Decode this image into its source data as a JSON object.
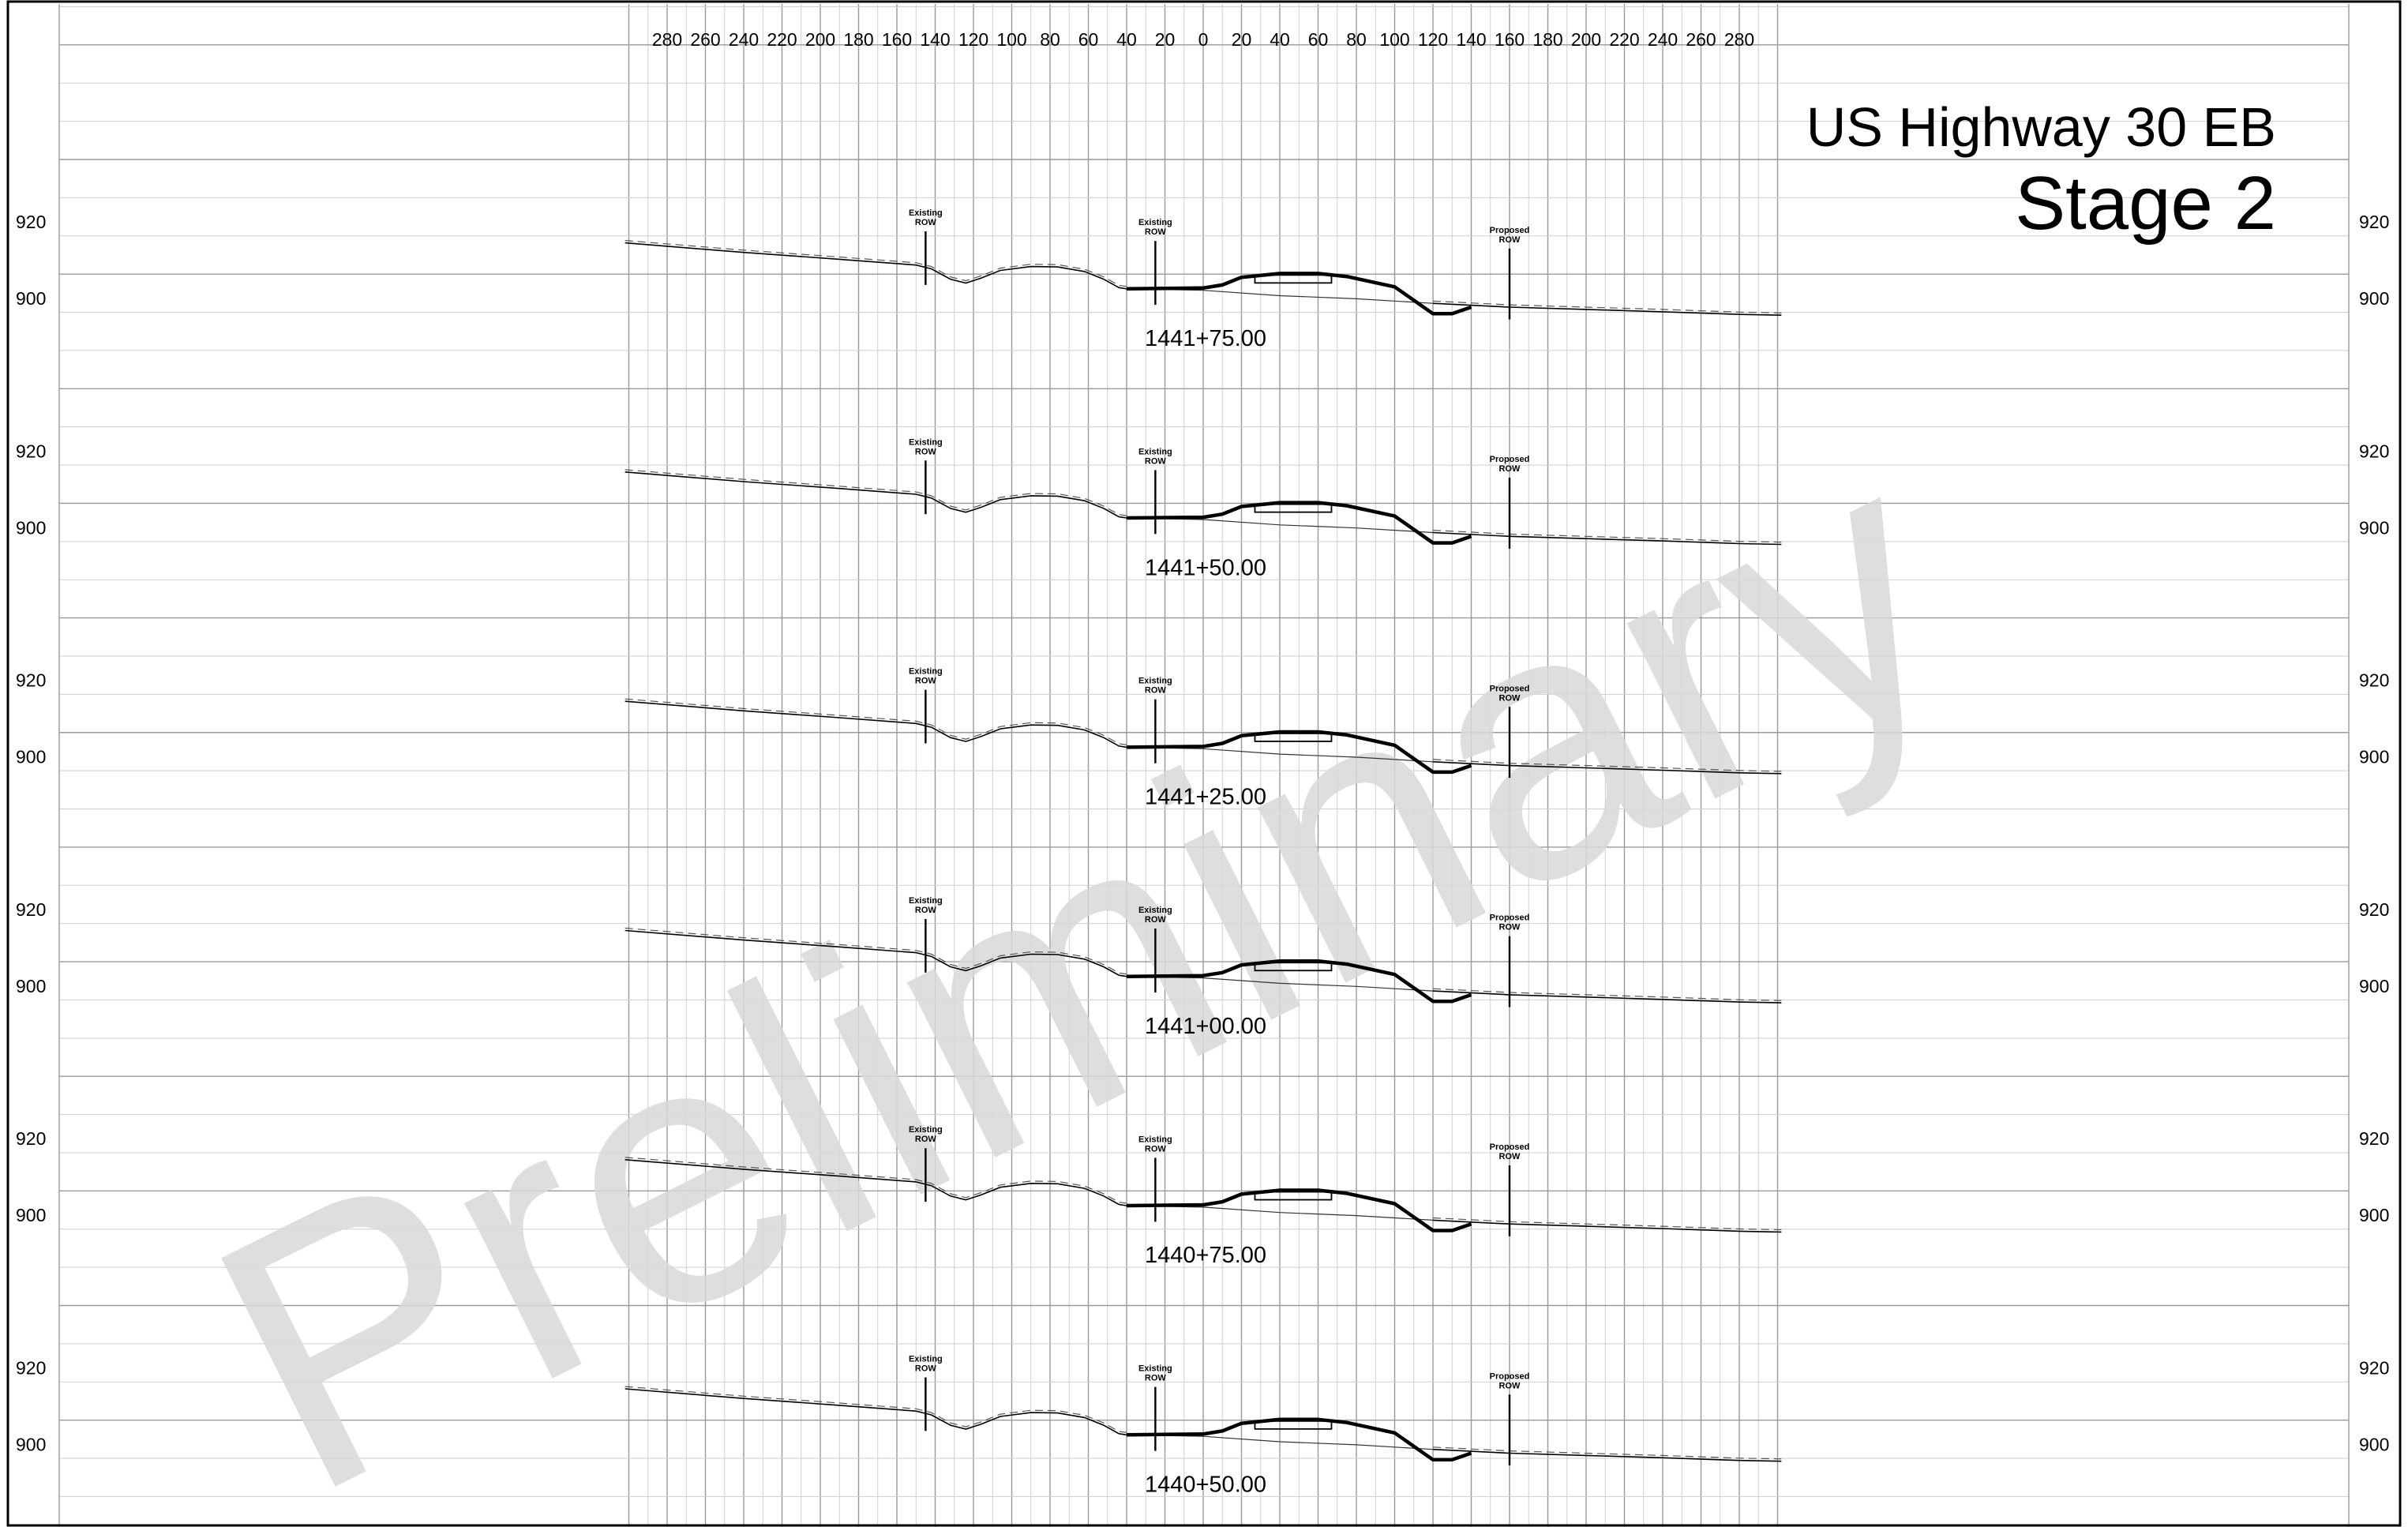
{
  "title": {
    "line1": "US Highway 30 EB",
    "line2": "Stage 2"
  },
  "watermark": "Preliminary",
  "offset_axis": {
    "labels": [
      "280",
      "260",
      "240",
      "220",
      "200",
      "180",
      "160",
      "140",
      "120",
      "100",
      "80",
      "60",
      "40",
      "20",
      "0",
      "20",
      "40",
      "60",
      "80",
      "100",
      "120",
      "140",
      "160",
      "180",
      "200",
      "220",
      "240",
      "260",
      "280"
    ],
    "values": [
      -280,
      -260,
      -240,
      -220,
      -200,
      -180,
      -160,
      -140,
      -120,
      -100,
      -80,
      -60,
      -40,
      -20,
      0,
      20,
      40,
      60,
      80,
      100,
      120,
      140,
      160,
      180,
      200,
      220,
      240,
      260,
      280
    ]
  },
  "elevation_axis": {
    "labels": [
      "920",
      "900"
    ],
    "values": [
      920,
      900
    ]
  },
  "row_labels": {
    "existing": [
      "Existing",
      "ROW"
    ],
    "proposed": [
      "Proposed",
      "ROW"
    ]
  },
  "sections": [
    {
      "station": "1441+75.00"
    },
    {
      "station": "1441+50.00"
    },
    {
      "station": "1441+25.00"
    },
    {
      "station": "1441+00.00"
    },
    {
      "station": "1440+75.00"
    },
    {
      "station": "1440+50.00"
    }
  ],
  "colors": {
    "grid_minor": "#cfcfcf",
    "grid_major": "#9a9a9a",
    "line": "#000000",
    "watermark": "#d6d6d6"
  }
}
